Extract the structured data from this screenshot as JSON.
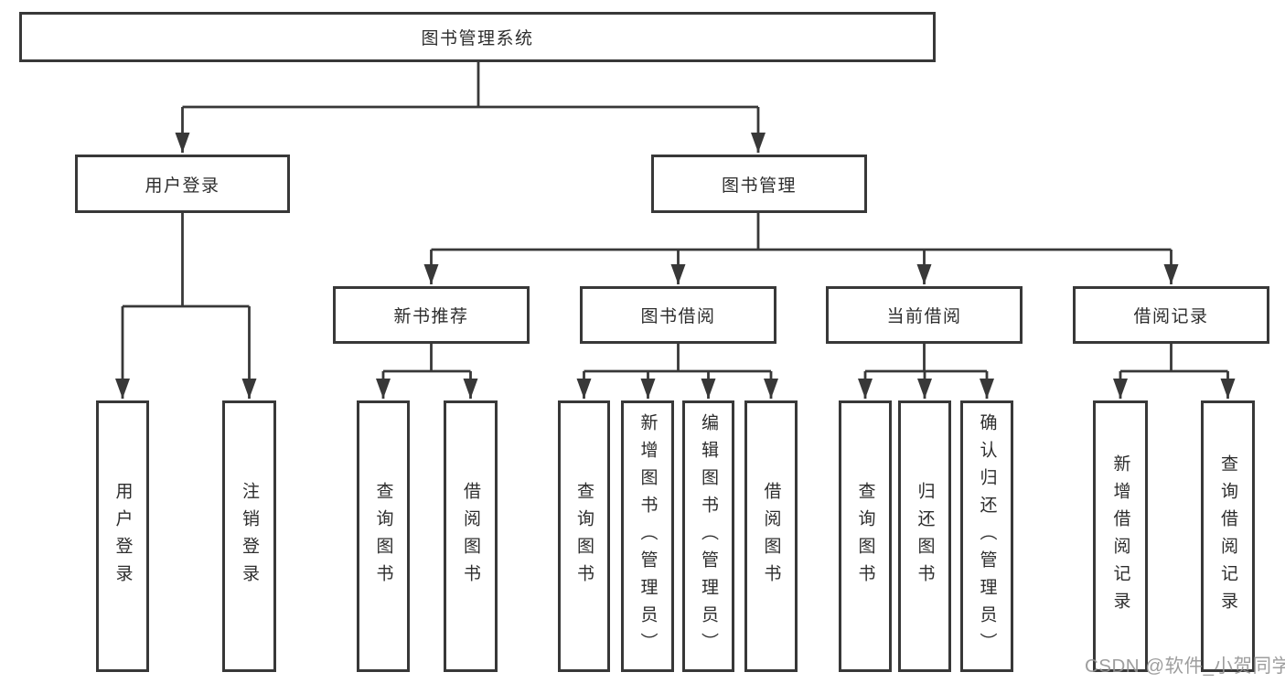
{
  "diagram": {
    "root": {
      "label": "图书管理系统"
    },
    "level2": [
      {
        "label": "用户登录",
        "children": [
          "用户登录",
          "注销登录"
        ]
      },
      {
        "label": "图书管理",
        "children": [
          {
            "label": "新书推荐",
            "children": [
              "查询图书",
              "借阅图书"
            ]
          },
          {
            "label": "图书借阅",
            "children": [
              "查询图书",
              "新增图书（管理员）",
              "编辑图书（管理员）",
              "借阅图书"
            ]
          },
          {
            "label": "当前借阅",
            "children": [
              "查询图书",
              "归还图书",
              "确认归还（管理员）"
            ]
          },
          {
            "label": "借阅记录",
            "children": [
              "新增借阅记录",
              "查询借阅记录"
            ]
          }
        ]
      }
    ]
  },
  "watermark": {
    "text": "CSDN @软件_小贺同学"
  },
  "colors": {
    "line": "#383838",
    "box_border": "#383838",
    "text": "#2d2d2d",
    "watermark": "#949494",
    "background": "#ffffff"
  }
}
